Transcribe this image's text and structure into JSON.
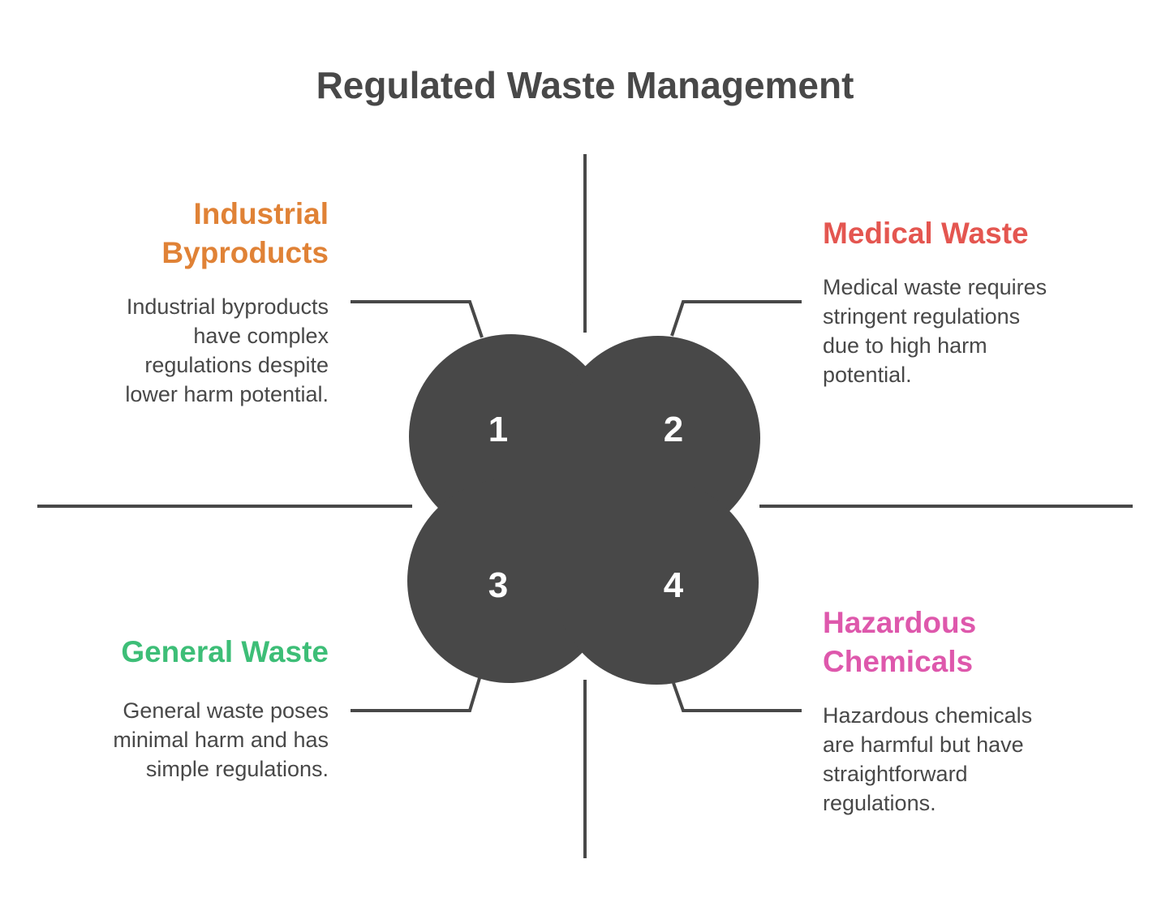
{
  "title": "Regulated Waste Management",
  "colors": {
    "industrial": "#E08236",
    "medical": "#E45650",
    "general": "#3DBE77",
    "hazardous": "#DE58AC",
    "circle": "#484848",
    "line": "#484848",
    "text": "#484848"
  },
  "quadrants": [
    {
      "number": "1",
      "heading_line1": "Industrial",
      "heading_line2": "Byproducts",
      "desc_lines": [
        "Industrial byproducts",
        "have complex",
        "regulations despite",
        "lower harm potential."
      ]
    },
    {
      "number": "2",
      "heading_line1": "Medical Waste",
      "desc_lines": [
        "Medical waste requires",
        "stringent regulations",
        "due to high harm",
        "potential."
      ]
    },
    {
      "number": "3",
      "heading_line1": "General Waste",
      "desc_lines": [
        "General waste poses",
        "minimal harm and has",
        "simple regulations."
      ]
    },
    {
      "number": "4",
      "heading_line1": "Hazardous",
      "heading_line2": "Chemicals",
      "desc_lines": [
        "Hazardous chemicals",
        "are harmful but have",
        "straightforward",
        "regulations."
      ]
    }
  ]
}
